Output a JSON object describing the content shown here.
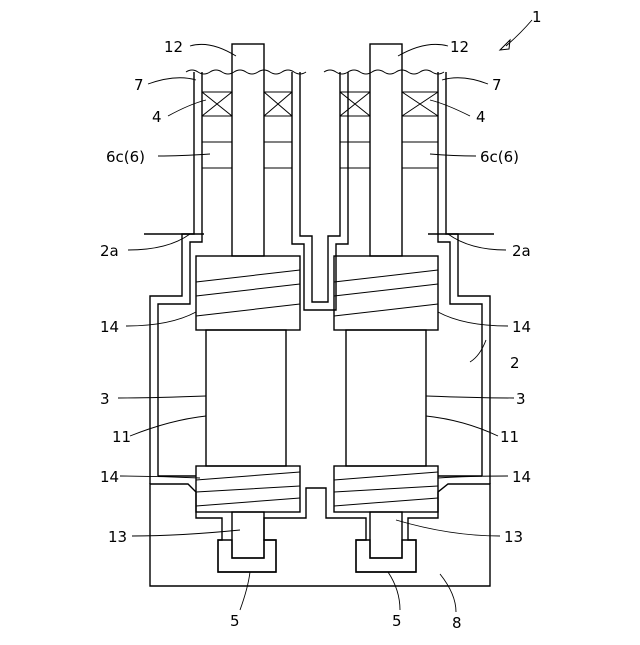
{
  "figure": {
    "ref_numeral": "1",
    "labels": {
      "shaft_left": "12",
      "shaft_right": "12",
      "seal_left": "7",
      "seal_right": "7",
      "bearing_left": "4",
      "bearing_right": "4",
      "ring_left": "6c(6)",
      "ring_right": "6c(6)",
      "wall_left": "2a",
      "wall_right": "2a",
      "gear_top_left": "14",
      "gear_top_right": "14",
      "case_right": "2",
      "rotor_left": "3",
      "rotor_right": "3",
      "body_left": "11",
      "body_right": "11",
      "gear_bot_left": "14",
      "gear_bot_right": "14",
      "pin_left": "13",
      "pin_right": "13",
      "socket_left": "5",
      "socket_right": "5",
      "base": "8"
    }
  }
}
